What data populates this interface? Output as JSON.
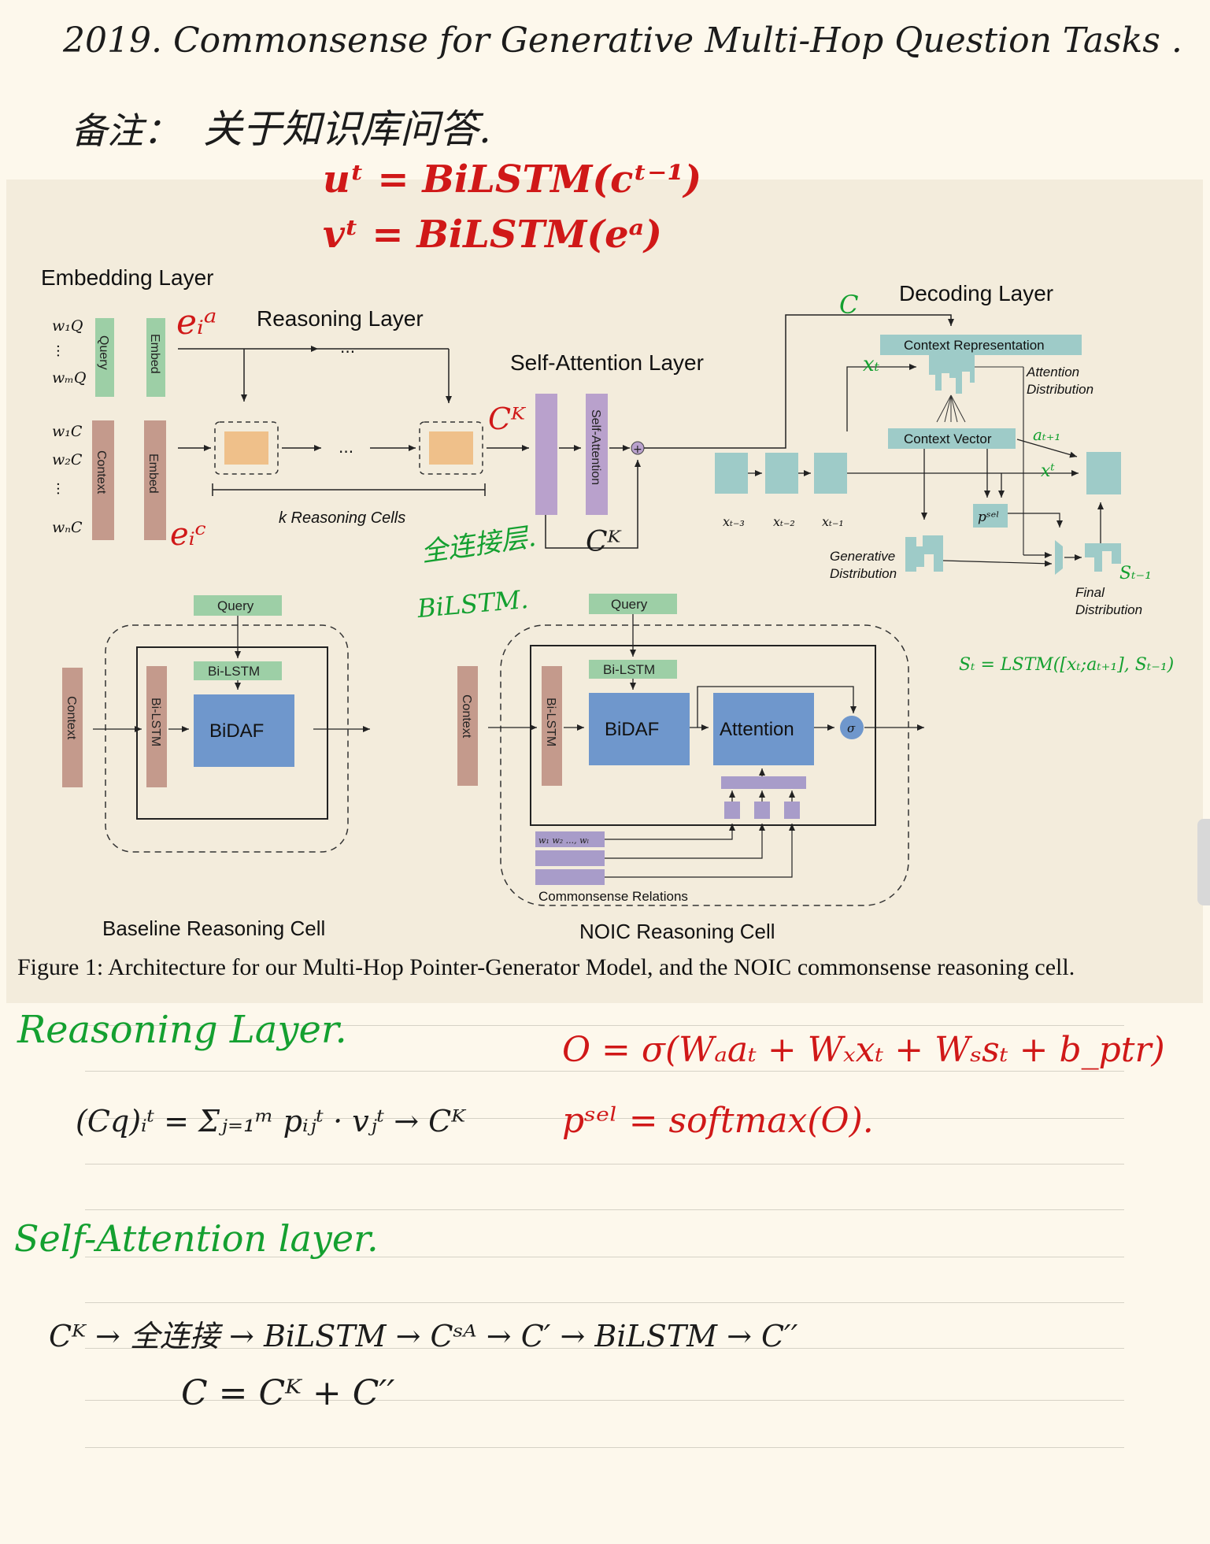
{
  "header": {
    "line1": "2019. Commonsense for Generative Multi-Hop Question Tasks .",
    "line2_prefix": "备注：",
    "line2_note": "关于知识库问答."
  },
  "top_formulas": {
    "u": "uᵗ = BiLSTM(cᵗ⁻¹)",
    "v": "vᵗ = BiLSTM(eᵃ)"
  },
  "figure": {
    "embedding_layer": "Embedding Layer",
    "reasoning_layer": "Reasoning Layer",
    "self_attention_layer": "Self-Attention Layer",
    "decoding_layer": "Decoding Layer",
    "query": "Query",
    "embed": "Embed",
    "context": "Context",
    "self_attention": "Self-Attention",
    "dots": "...",
    "k_reasoning_cells": "k Reasoning Cells",
    "context_representation": "Context Representation",
    "context_vector": "Context Vector",
    "attention_distribution_1": "Attention",
    "attention_distribution_2": "Distribution",
    "generative_distribution_1": "Generative",
    "generative_distribution_2": "Distribution",
    "final_distribution_1": "Final",
    "final_distribution_2": "Distribution",
    "psel": "pˢᵉˡ",
    "x_t3": "xₜ₋₃",
    "x_t2": "xₜ₋₂",
    "x_t1": "xₜ₋₁",
    "w_q1": "w₁Q",
    "w_qm": "wₘQ",
    "w_c1": "w₁C",
    "w_c2": "w₂C",
    "w_cn": "wₙC",
    "bi_lstm": "Bi-LSTM",
    "bidaf": "BiDAF",
    "attention": "Attention",
    "sigma": "σ",
    "commonsense_relations": "Commonsense Relations",
    "cs_words": "w₁ w₂ ..., wₗ",
    "baseline_cell": "Baseline Reasoning Cell",
    "noic_cell": "NOIC Reasoning Cell",
    "caption": "Figure 1: Architecture for our Multi-Hop Pointer-Generator Model, and the NOIC commonsense reasoning cell."
  },
  "annotations": {
    "e_a": "eᵢᵃ",
    "e_c": "eᵢᶜ",
    "c_k_top": "Cᴷ",
    "c_k_bottom": "Cᴷ",
    "fc_layer": "全连接层.",
    "bilstm_green": "BiLSTM.",
    "c_green": "C",
    "x_t": "xₜ",
    "a_t1": "aₜ₊₁",
    "x_t_green": "xᵗ",
    "s_t1": "Sₜ₋₁",
    "s_t_formula": "Sₜ = LSTM([xₜ;aₜ₊₁], Sₜ₋₁)"
  },
  "notes": {
    "reasoning_title": "Reasoning Layer.",
    "reasoning_formula": "(Cq)ᵢᵗ = Σⱼ₌₁ᵐ pᵢⱼᵗ · vⱼᵗ → Cᴷ",
    "o_formula": "O = σ(Wₐaₜ + Wₓxₜ + Wₛsₜ + b_ptr)",
    "psel_formula": "pˢᵉˡ = softmax(O).",
    "selfatt_title": "Self-Attention layer.",
    "selfatt_chain": "Cᴷ → 全连接 → BiLSTM → Cˢᴬ → C′ → BiLSTM → C′′",
    "c_sum": "C = Cᴷ + C′′"
  },
  "colors": {
    "query_green": "#9dcfa6",
    "context_brown": "#c49a8c",
    "cell_orange": "#efc08a",
    "self_att_purple": "#b9a1cc",
    "teal": "#9ecbc8",
    "bidaf_blue": "#6f97cc",
    "lavender": "#a89cc9",
    "red_ink": "#d01818",
    "green_ink": "#14a030"
  }
}
